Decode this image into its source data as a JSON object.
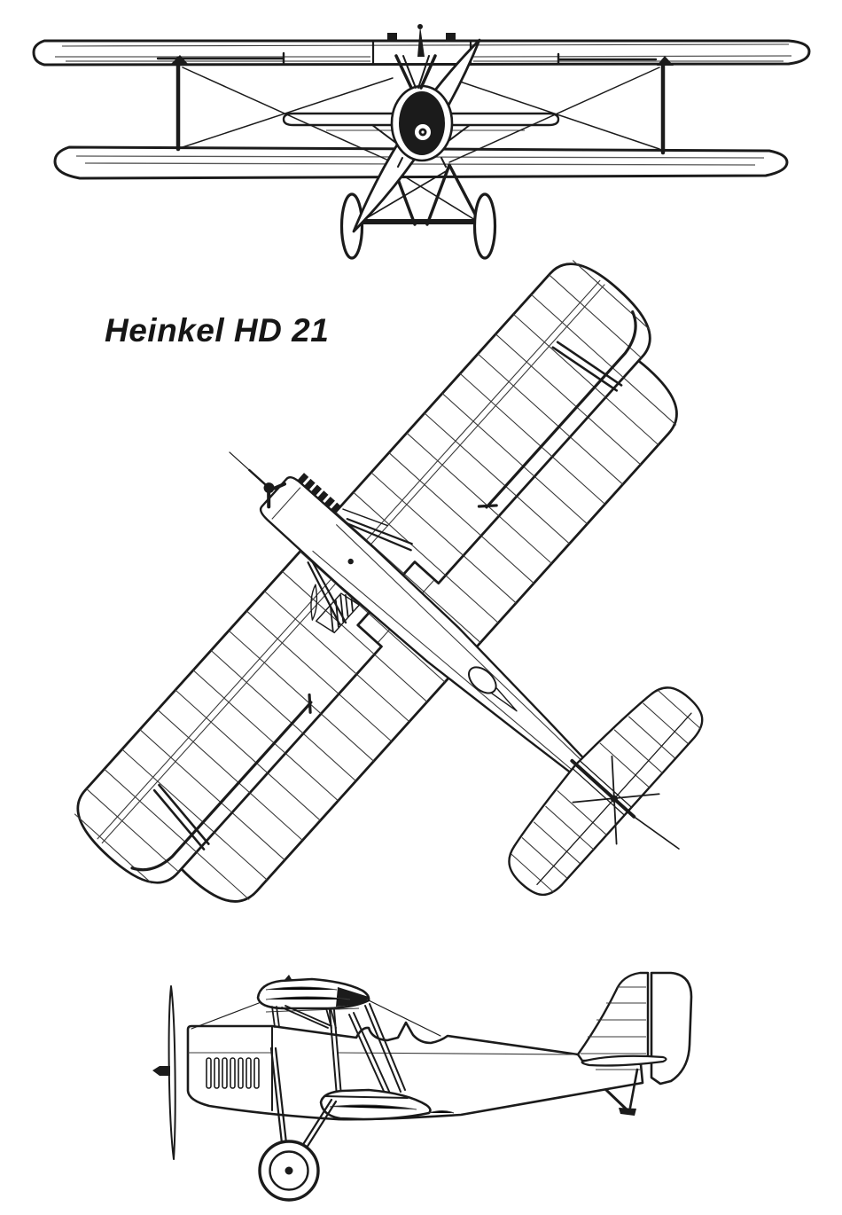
{
  "title": {
    "text": "Heinkel HD 21"
  },
  "figure": {
    "kind": "three-view aircraft line drawing",
    "subject": "Heinkel HD 21 biplane",
    "views": [
      {
        "id": "front-view",
        "label": "front elevation"
      },
      {
        "id": "plan-view",
        "label": "plan view, rotated diagonally"
      },
      {
        "id": "side-view",
        "label": "left side elevation"
      }
    ],
    "colors": {
      "ink": "#1b1b1b",
      "background": "#ffffff"
    }
  }
}
